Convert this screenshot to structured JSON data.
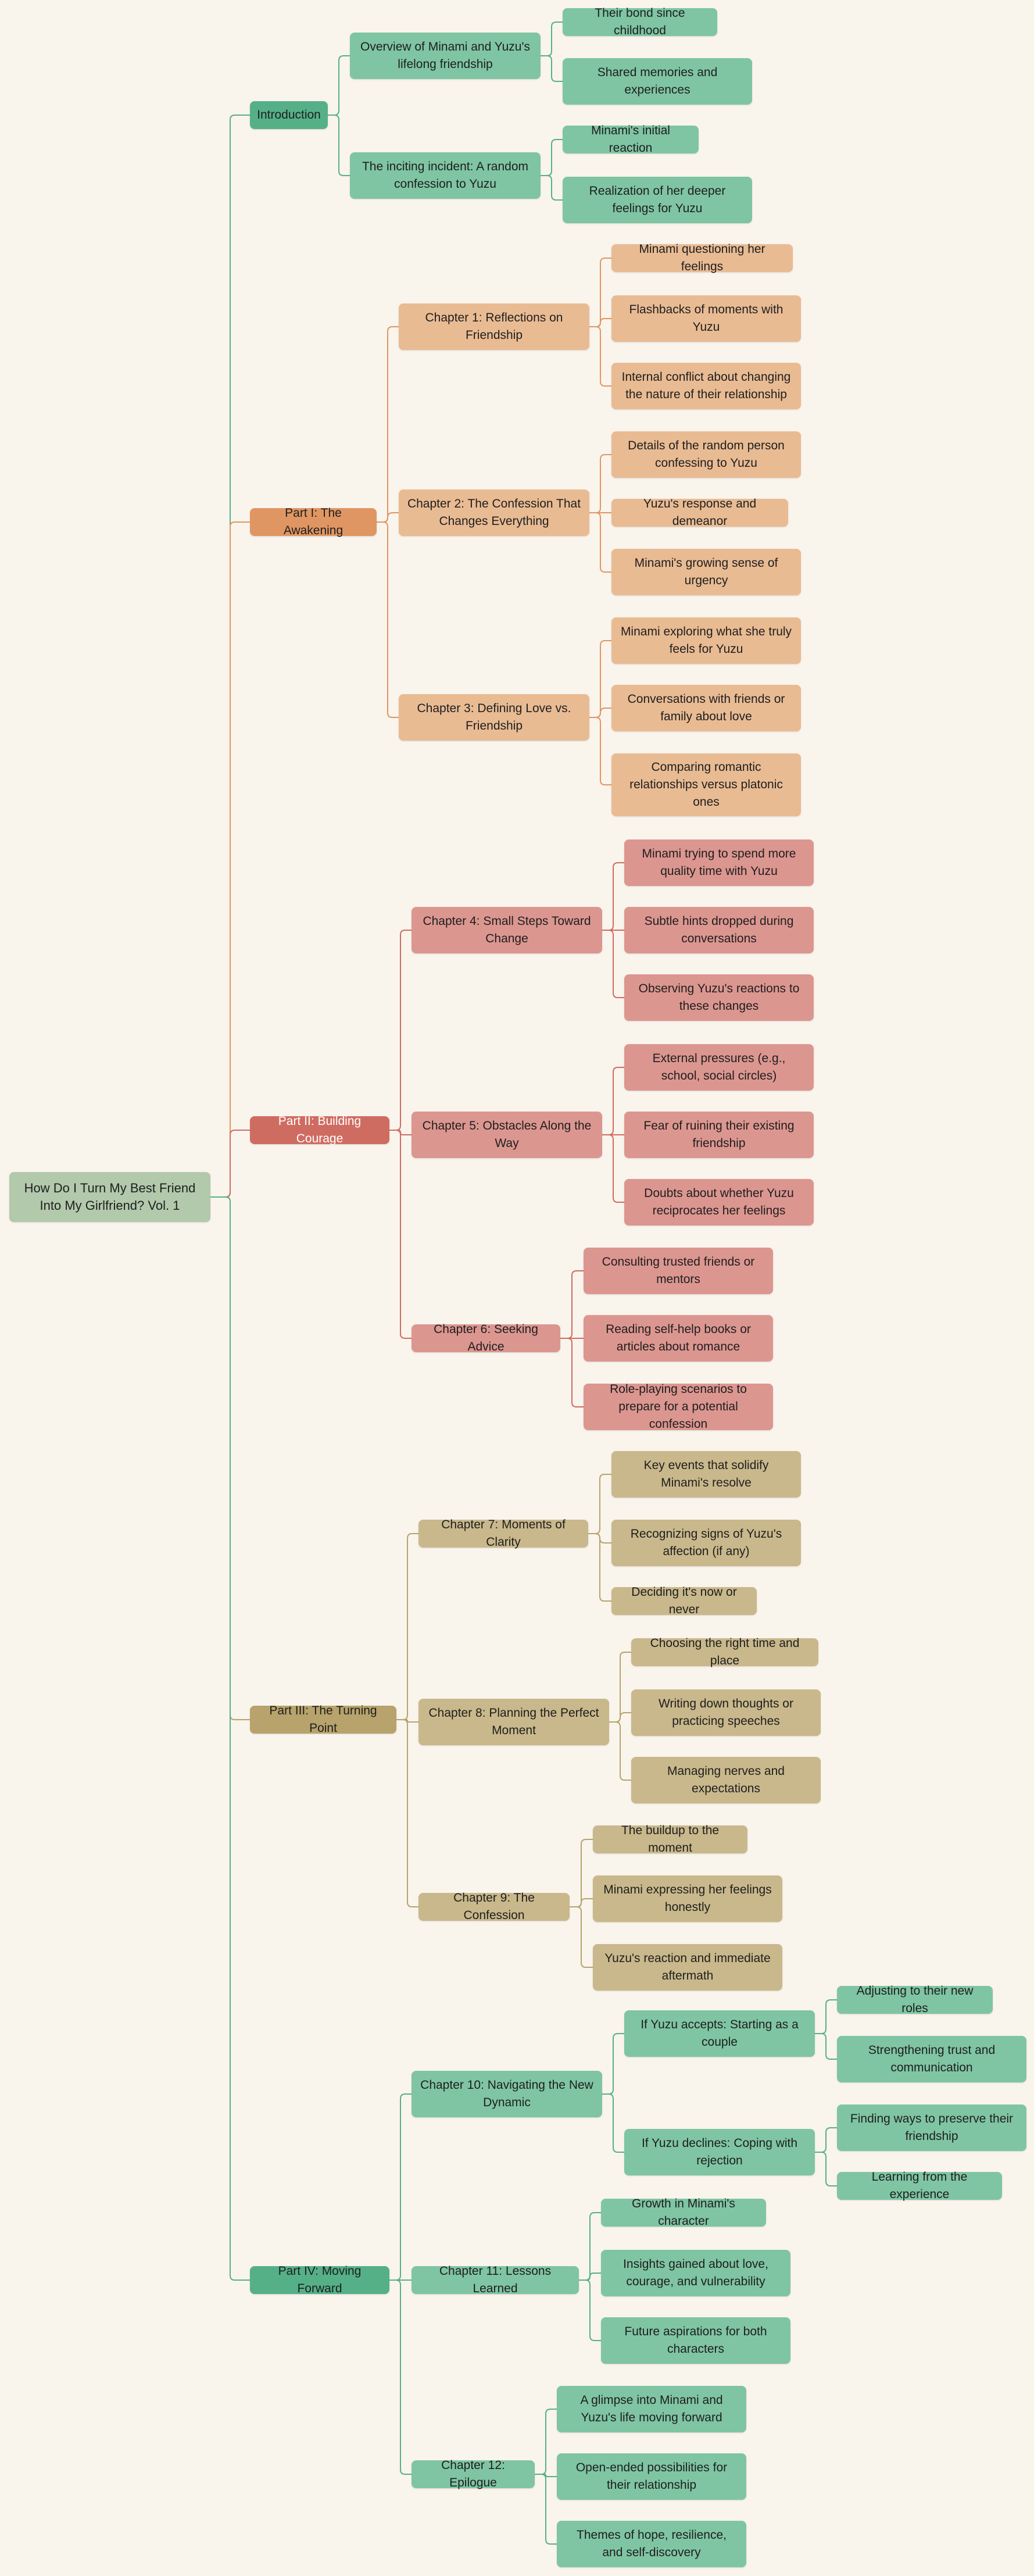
{
  "mindmap": {
    "root": "How Do I Turn My Best Friend Into My Girlfriend? Vol. 1",
    "branches": [
      {
        "label": "Introduction",
        "color": "#55b088",
        "light": "#7fc5a3",
        "children": [
          {
            "label": "Overview of Minami and Yuzu's lifelong friendship",
            "children": [
              "Their bond since childhood",
              "Shared memories and experiences"
            ]
          },
          {
            "label": "The inciting incident: A random confession to Yuzu",
            "children": [
              "Minami's initial reaction",
              "Realization of her deeper feelings for Yuzu"
            ]
          }
        ]
      },
      {
        "label": "Part I: The Awakening",
        "color": "#e09662",
        "light": "#e9bb93",
        "children": [
          {
            "label": "Chapter 1: Reflections on Friendship",
            "children": [
              "Minami questioning her feelings",
              "Flashbacks of moments with Yuzu",
              "Internal conflict about changing the nature of their relationship"
            ]
          },
          {
            "label": "Chapter 2: The Confession That Changes Everything",
            "children": [
              "Details of the random person confessing to Yuzu",
              "Yuzu's response and demeanor",
              "Minami's growing sense of urgency"
            ]
          },
          {
            "label": "Chapter 3: Defining Love vs. Friendship",
            "children": [
              "Minami exploring what she truly feels for Yuzu",
              "Conversations with friends or family about love",
              "Comparing romantic relationships versus platonic ones"
            ]
          }
        ]
      },
      {
        "label": "Part II: Building Courage",
        "color": "#cf6c61",
        "light": "#dc9690",
        "children": [
          {
            "label": "Chapter 4: Small Steps Toward Change",
            "children": [
              "Minami trying to spend more quality time with Yuzu",
              "Subtle hints dropped during conversations",
              "Observing Yuzu's reactions to these changes"
            ]
          },
          {
            "label": "Chapter 5: Obstacles Along the Way",
            "children": [
              "External pressures (e.g., school, social circles)",
              "Fear of ruining their existing friendship",
              "Doubts about whether Yuzu reciprocates her feelings"
            ]
          },
          {
            "label": "Chapter 6: Seeking Advice",
            "children": [
              "Consulting trusted friends or mentors",
              "Reading self-help books or articles about romance",
              "Role-playing scenarios to prepare for a potential confession"
            ]
          }
        ]
      },
      {
        "label": "Part III: The Turning Point",
        "color": "#b7a36b",
        "light": "#c9b88b",
        "children": [
          {
            "label": "Chapter 7: Moments of Clarity",
            "children": [
              "Key events that solidify Minami's resolve",
              "Recognizing signs of Yuzu's affection (if any)",
              "Deciding it's now or never"
            ]
          },
          {
            "label": "Chapter 8: Planning the Perfect Moment",
            "children": [
              "Choosing the right time and place",
              "Writing down thoughts or practicing speeches",
              "Managing nerves and expectations"
            ]
          },
          {
            "label": "Chapter 9: The Confession",
            "children": [
              "The buildup to the moment",
              "Minami expressing her feelings honestly",
              "Yuzu's reaction and immediate aftermath"
            ]
          }
        ]
      },
      {
        "label": "Part IV: Moving Forward",
        "color": "#55b088",
        "light": "#7fc5a3",
        "children": [
          {
            "label": "Chapter 10: Navigating the New Dynamic",
            "children": [
              {
                "label": "If Yuzu accepts: Starting as a couple",
                "children": [
                  "Adjusting to their new roles",
                  "Strengthening trust and communication"
                ]
              },
              {
                "label": "If Yuzu declines: Coping with rejection",
                "children": [
                  "Finding ways to preserve their friendship",
                  "Learning from the experience"
                ]
              }
            ]
          },
          {
            "label": "Chapter 11: Lessons Learned",
            "children": [
              "Growth in Minami's character",
              "Insights gained about love, courage, and vulnerability",
              "Future aspirations for both characters"
            ]
          },
          {
            "label": "Chapter 12: Epilogue",
            "children": [
              "A glimpse into Minami and Yuzu's life moving forward",
              "Open-ended possibilities for their relationship",
              "Themes of hope, resilience, and self-discovery"
            ]
          }
        ]
      }
    ]
  }
}
